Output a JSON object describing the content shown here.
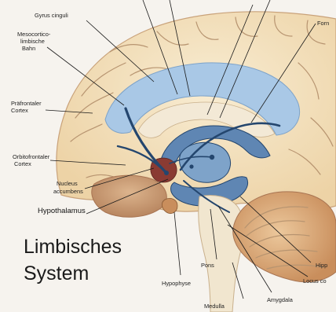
{
  "labels": {
    "gyrus_cinguli": "Gyrus cinguli",
    "mesocortico_1": "Mesocortico-",
    "mesocortico_2": "limbische",
    "mesocortico_3": "Bahn",
    "praefrontaler_1": "Präfrontaler",
    "praefrontaler_2": "Cortex",
    "orbitofrontaler_1": "Orbitofrontaler",
    "orbitofrontaler_2": "Cortex",
    "nucleus_1": "Nucleus",
    "nucleus_2": "accumbens",
    "hypothalamus": "Hypothalamus",
    "fornix": "Forn",
    "pons": "Pons",
    "hypophyse": "Hypophyse",
    "medulla": "Medulla",
    "amygdala": "Amygdala",
    "hippocampus": "Hipp",
    "locus": "Locus co"
  },
  "title": {
    "line1": "Limbisches",
    "line2": "System"
  },
  "colors": {
    "background": "#f6f3ee",
    "cortex": "#f4e3bf",
    "limbic_blue": "#a9c8e6",
    "tract_dark": "#24466e",
    "cerebellum": "#e2b98a",
    "brainstem": "#f1e6cf"
  }
}
